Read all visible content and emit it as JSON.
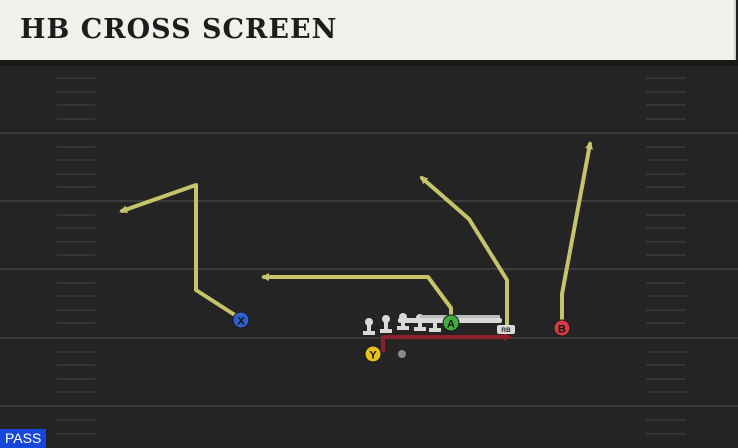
{
  "play": {
    "title": "HB CROSS SCREEN",
    "type_badge": "PASS"
  },
  "players": {
    "x": {
      "label": "X",
      "color": "#2f5fd0"
    },
    "a": {
      "label": "A",
      "color": "#3fae3f"
    },
    "b": {
      "label": "B",
      "color": "#d63a45"
    },
    "y": {
      "label": "Y",
      "color": "#e8c21a"
    },
    "rb": {
      "label": "RB"
    }
  },
  "colors": {
    "route": "#c6c46a",
    "block": "#8f1f2e",
    "lineman": "#d9d9d9",
    "yard_line": "#3b3b3b"
  }
}
